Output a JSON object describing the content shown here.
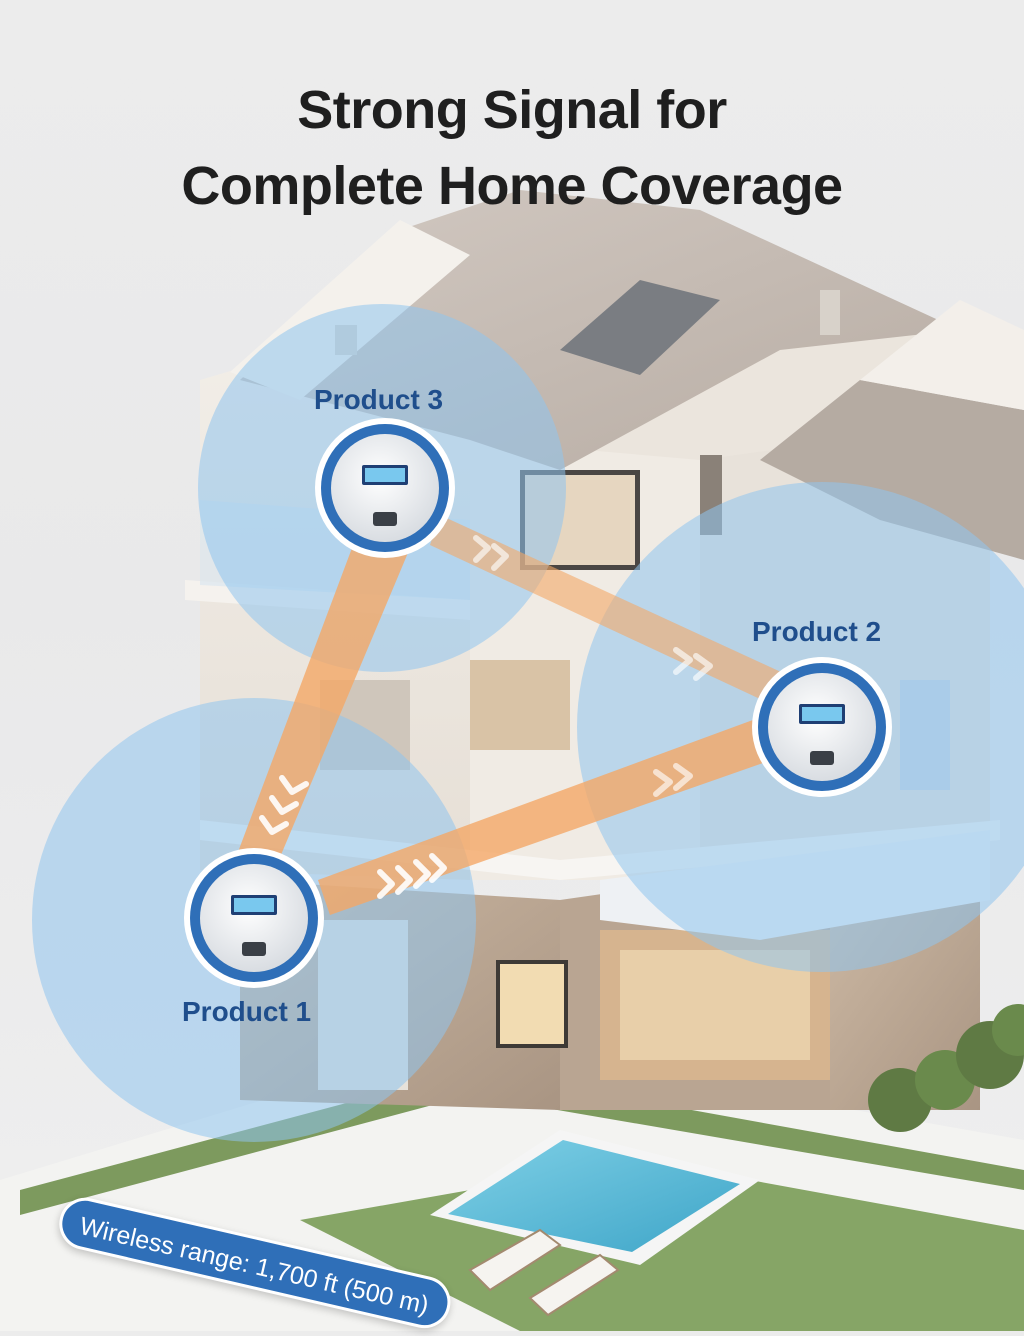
{
  "headline": {
    "line1": "Strong Signal for",
    "line2": "Complete Home Coverage"
  },
  "products": [
    {
      "label": "Product 3"
    },
    {
      "label": "Product 2"
    },
    {
      "label": "Product 1"
    }
  ],
  "wireless_range": "Wireless range: 1,700 ft (500 m)",
  "colors": {
    "coverage_blue": "#8fc5ee",
    "ring_blue": "#2f6fb8",
    "signal_orange": "#f4a867",
    "label_blue": "#1f4e8c"
  }
}
